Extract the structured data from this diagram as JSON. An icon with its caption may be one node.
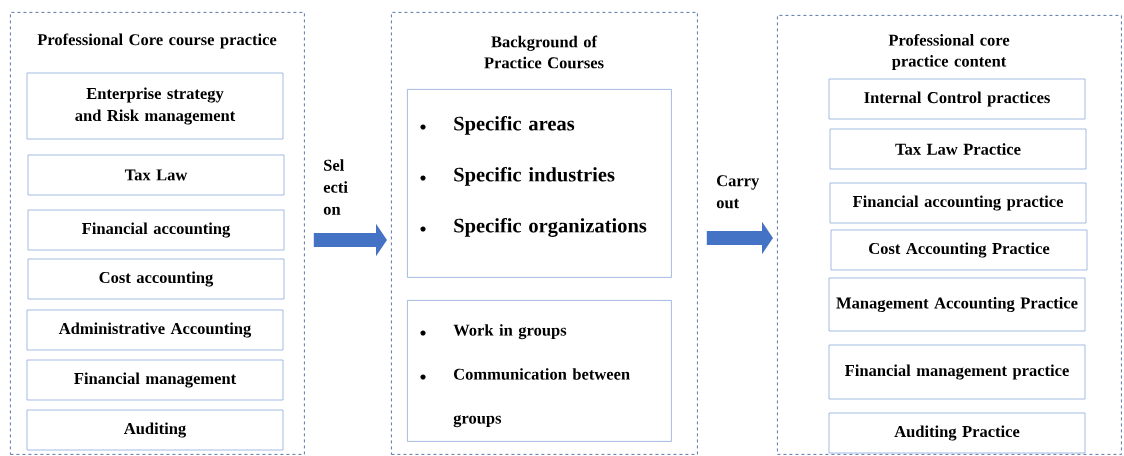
{
  "diagram": {
    "nodes": [
      {
        "text": [
          "Professional Core course practice"
        ]
      },
      {
        "text": [
          "Enterprise strategy and Risk management"
        ],
        "in": 0
      },
      {
        "text": [
          "Tax  Law"
        ],
        "in": 0
      },
      {
        "text": [
          "Financial accounting"
        ],
        "in": 0
      },
      {
        "text": [
          "Cost accounting"
        ],
        "in": 0
      },
      {
        "text": [
          "Administrative Accounting"
        ],
        "in": 0
      },
      {
        "text": [
          "Financial management"
        ],
        "in": 0
      },
      {
        "text": [
          "Auditing"
        ],
        "in": 0
      },
      {
        "text": [
          "Background of Practice Courses"
        ]
      },
      {
        "text": [
          "Specific areas",
          "Specific industries",
          "Specific organizations"
        ],
        "in": 8
      },
      {
        "text": [
          "Work in groups",
          "Communication between groups"
        ],
        "in": 8
      },
      {
        "text": [
          "Professional core practice content"
        ]
      },
      {
        "text": [
          "Internal Control practices"
        ],
        "in": 11
      },
      {
        "text": [
          "Tax Law Practice"
        ],
        "in": 11
      },
      {
        "text": [
          "Financial accounting practice"
        ],
        "in": 11
      },
      {
        "text": [
          "Cost Accounting Practice"
        ],
        "in": 11
      },
      {
        "text": [
          "Management Accounting Practice"
        ],
        "in": 11
      },
      {
        "text": [
          "Financial management practice"
        ],
        "in": 11
      },
      {
        "text": [
          "Auditing Practice"
        ],
        "in": 11
      }
    ],
    "edges": [
      {
        "from": 0,
        "to": 8,
        "arrow": "to",
        "label": "Sel ecti on"
      },
      {
        "from": 8,
        "to": 11,
        "arrow": "to",
        "label": "Carry out"
      }
    ]
  }
}
